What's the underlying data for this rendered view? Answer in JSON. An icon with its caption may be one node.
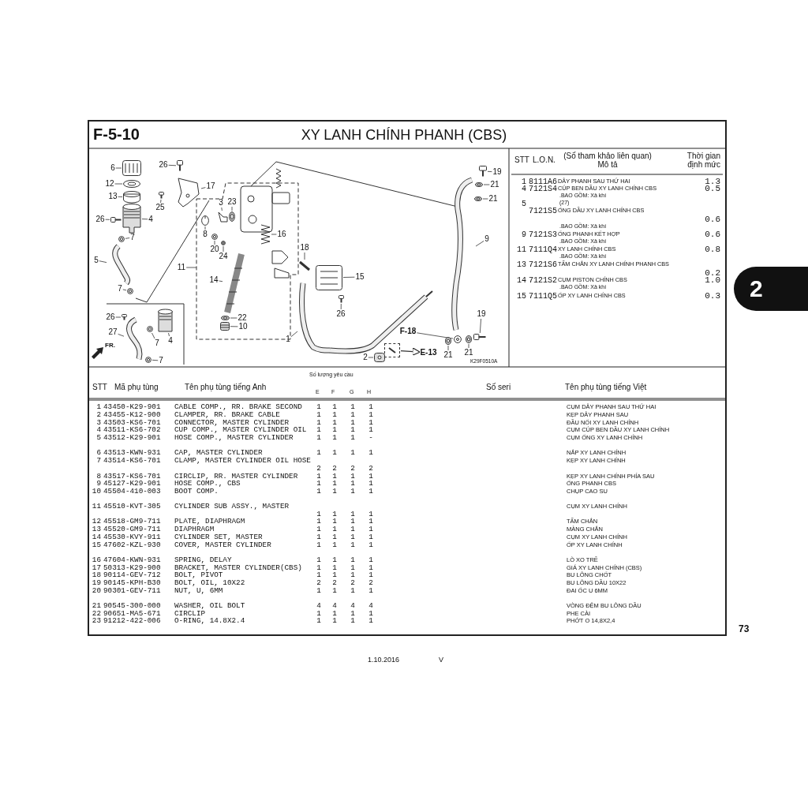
{
  "diagram": {
    "title": "XY LANH CHÍNH PHANH (CBS)",
    "nodes": [
      {
        "text": [
          "26"
        ]
      },
      {
        "text": [
          "6"
        ]
      },
      {
        "text": [
          "19"
        ]
      },
      {
        "text": [
          "12"
        ]
      },
      {
        "text": [
          "21"
        ]
      },
      {
        "text": [
          "17"
        ]
      },
      {
        "text": [
          "13"
        ]
      },
      {
        "text": [
          "21"
        ]
      },
      {
        "text": [
          "3"
        ]
      },
      {
        "text": [
          "23"
        ]
      },
      {
        "text": [
          "25"
        ]
      },
      {
        "text": [
          "26"
        ]
      },
      {
        "text": [
          "4"
        ]
      },
      {
        "text": [
          "8"
        ]
      },
      {
        "text": [
          "16"
        ]
      },
      {
        "text": [
          "7"
        ]
      },
      {
        "text": [
          "9"
        ]
      },
      {
        "text": [
          "20"
        ]
      },
      {
        "text": [
          "18"
        ]
      },
      {
        "text": [
          "24"
        ]
      },
      {
        "text": [
          "5"
        ]
      },
      {
        "text": [
          "11"
        ]
      },
      {
        "text": [
          "15"
        ]
      },
      {
        "text": [
          "14"
        ]
      },
      {
        "text": [
          "7"
        ]
      },
      {
        "text": [
          "26"
        ]
      },
      {
        "text": [
          "19"
        ]
      },
      {
        "text": [
          "26"
        ]
      },
      {
        "text": [
          "22"
        ]
      },
      {
        "text": [
          "10"
        ]
      },
      {
        "text": [
          "27"
        ]
      },
      {
        "text": [
          "F-18"
        ]
      },
      {
        "text": [
          "1"
        ]
      },
      {
        "text": [
          "7"
        ]
      },
      {
        "text": [
          "4"
        ]
      },
      {
        "text": [
          "21"
        ]
      },
      {
        "text": [
          "2"
        ]
      },
      {
        "text": [
          "21"
        ]
      },
      {
        "text": [],
        "shape": "box"
      },
      {
        "text": [
          "E-13"
        ]
      },
      {
        "text": [
          "7"
        ]
      },
      {
        "text": [],
        "shape": "picture"
      },
      {
        "text": [],
        "shape": "picture"
      },
      {
        "text": [],
        "shape": "picture"
      },
      {
        "text": [],
        "shape": "picture"
      },
      {
        "text": [],
        "shape": "picture"
      },
      {
        "text": [],
        "shape": "picture"
      },
      {
        "text": [],
        "shape": "picture"
      },
      {
        "text": [],
        "shape": "picture"
      },
      {
        "text": [],
        "shape": "picture"
      },
      {
        "text": [],
        "shape": "picture"
      },
      {
        "text": [],
        "shape": "picture"
      },
      {
        "text": [],
        "shape": "picture"
      },
      {
        "text": [],
        "shape": "picture"
      },
      {
        "text": [],
        "shape": "picture"
      },
      {
        "text": [],
        "shape": "picture"
      },
      {
        "text": [],
        "shape": "picture"
      },
      {
        "text": [],
        "shape": "picture"
      },
      {
        "text": [],
        "shape": "picture"
      },
      {
        "text": [],
        "shape": "picture"
      },
      {
        "text": [],
        "shape": "picture"
      },
      {
        "text": [],
        "shape": "picture"
      },
      {
        "text": [],
        "shape": "picture"
      },
      {
        "text": [],
        "shape": "picture"
      },
      {
        "text": [],
        "shape": "picture"
      },
      {
        "text": [],
        "shape": "picture"
      },
      {
        "text": [],
        "shape": "picture"
      },
      {
        "text": [],
        "shape": "picture"
      },
      {
        "text": [],
        "shape": "picture"
      },
      {
        "text": [],
        "shape": "picture"
      },
      {
        "text": [],
        "shape": "picture"
      },
      {
        "text": [],
        "shape": "picture"
      },
      {
        "text": [],
        "shape": "picture"
      },
      {
        "text": [],
        "shape": "picture"
      },
      {
        "text": [],
        "shape": "picture"
      },
      {
        "text": [],
        "shape": "picture"
      },
      {
        "text": [],
        "shape": "picture"
      },
      {
        "text": [],
        "shape": "picture"
      },
      {
        "text": [],
        "shape": "picture"
      }
    ],
    "edges": [
      {
        "from": 0,
        "to": 41,
        "arrow": "none"
      },
      {
        "from": 1,
        "to": 42,
        "arrow": "none"
      },
      {
        "from": 2,
        "to": 43,
        "arrow": "none"
      },
      {
        "from": 3,
        "to": 44,
        "arrow": "none"
      },
      {
        "from": 4,
        "to": 45,
        "arrow": "none"
      },
      {
        "from": 5,
        "to": 46,
        "arrow": "none"
      },
      {
        "from": 6,
        "to": 47,
        "arrow": "none"
      },
      {
        "from": 7,
        "to": 48,
        "arrow": "none"
      },
      {
        "from": 8,
        "to": 49,
        "arrow": "none"
      },
      {
        "from": 9,
        "to": 50,
        "arrow": "none"
      },
      {
        "from": 10,
        "to": 51,
        "arrow": "none"
      },
      {
        "from": 11,
        "to": 52,
        "arrow": "none"
      },
      {
        "from": 12,
        "to": 53,
        "arrow": "none"
      },
      {
        "from": 13,
        "to": 54,
        "arrow": "none"
      },
      {
        "from": 14,
        "to": 55,
        "arrow": "none"
      },
      {
        "from": 15,
        "to": 56,
        "arrow": "none"
      },
      {
        "from": 16,
        "to": 57,
        "arrow": "none"
      },
      {
        "from": 17,
        "to": 58,
        "arrow": "none"
      },
      {
        "from": 18,
        "to": 59,
        "arrow": "none"
      },
      {
        "from": 19,
        "to": 60,
        "arrow": "none"
      },
      {
        "from": 20,
        "to": 61,
        "arrow": "none"
      },
      {
        "from": 21,
        "to": null,
        "arrow": "none"
      },
      {
        "from": 22,
        "to": 62,
        "arrow": "none"
      },
      {
        "from": 23,
        "to": 63,
        "arrow": "none"
      },
      {
        "from": 24,
        "to": 64,
        "arrow": "none"
      },
      {
        "from": 25,
        "to": 65,
        "arrow": "none"
      },
      {
        "from": 26,
        "to": 66,
        "arrow": "none"
      },
      {
        "from": 27,
        "to": 67,
        "arrow": "none"
      },
      {
        "from": 28,
        "to": 68,
        "arrow": "none"
      },
      {
        "from": 29,
        "to": 69,
        "arrow": "none"
      },
      {
        "from": 30,
        "to": 70,
        "arrow": "none"
      },
      {
        "from": 31,
        "to": 71,
        "arrow": "none"
      },
      {
        "from": 32,
        "to": 72,
        "arrow": "none"
      },
      {
        "from": 33,
        "to": 73,
        "arrow": "none"
      },
      {
        "from": 34,
        "to": 74,
        "arrow": "none"
      },
      {
        "from": 35,
        "to": 75,
        "arrow": "none"
      },
      {
        "from": 36,
        "to": 76,
        "arrow": "none"
      },
      {
        "from": 37,
        "to": 77,
        "arrow": "none"
      },
      {
        "from": 38,
        "to": 39,
        "arrow": "to"
      },
      {
        "from": 40,
        "to": 78,
        "arrow": "none"
      }
    ],
    "labels": [
      "F-5-10",
      "STT",
      "L.O.N.",
      "(Số tham khảo liên quan) Mô tả",
      "Thời gian định mức",
      "1",
      "8111A6",
      "DÂY PHANH SAU THỨ HAI",
      "1.3",
      "4",
      "7121S4",
      "CÚP BEN DẦU XY LANH CHÍNH CBS",
      "0.5",
      ".BAO GỒM: Xả khí",
      "5",
      "(27)",
      "7121S5",
      "ỐNG DẦU XY LANH CHÍNH CBS",
      "0.6",
      ".BAO GỒM: Xả khí",
      "9",
      "7121S3",
      "ỐNG PHANH KẾT HỢP",
      "0.6",
      ".BAO GỒM: Xả khí",
      "11",
      "7111Q4",
      "XY LANH CHÍNH CBS",
      "0.8",
      ".BAO GỒM: Xả khí",
      "13",
      "7121S6",
      "TẤM CHẮN XY LANH CHÍNH PHANH CBS",
      "0.2",
      "14",
      "7121S2",
      "CỤM PISTON CHÍNH CBS",
      "1.0",
      ".BAO GỒM: Xả khí",
      "15",
      "7111Q5",
      "ỐP XY LANH CHÍNH CBS",
      "0.3",
      "K29F0510A",
      "FR.",
      "STT",
      "Mã phụ tùng",
      "Tên phụ tùng tiếng Anh",
      "Số lượng yêu cầu",
      "E",
      "F",
      "G",
      "H",
      "Số seri",
      "Tên phụ tùng tiếng Việt",
      "1",
      "43450-K29-901",
      "CABLE COMP., RR. BRAKE SECOND",
      "1",
      "1",
      "1",
      "1",
      "CỤM DÂY PHANH SAU THỨ HAI",
      "2",
      "43455-K12-900",
      "CLAMPER, RR. BRAKE CABLE",
      "1",
      "1",
      "1",
      "1",
      "KẸP DÂY PHANH SAU",
      "3",
      "43503-KS6-701",
      "CONNECTOR, MASTER CYLINDER",
      "1",
      "1",
      "1",
      "1",
      "ĐẦU NỐI XY LANH CHÍNH",
      "4",
      "43511-KS6-702",
      "CUP COMP., MASTER CYLINDER OIL",
      "1",
      "1",
      "1",
      "1",
      "CỤM CÚP BEN DẦU XY LANH CHÍNH",
      "5",
      "43512-K29-901",
      "HOSE COMP., MASTER CYLINDER",
      "1",
      "1",
      "1",
      "-",
      "CỤM ỐNG XY LANH CHÍNH",
      "6",
      "43513-KWN-931",
      "CAP, MASTER CYLINDER",
      "1",
      "1",
      "1",
      "1",
      "NẮP XY LANH CHÍNH",
      "7",
      "43514-KS6-701",
      "CLAMP, MASTER CYLINDER OIL HOSE",
      "2",
      "2",
      "2",
      "2",
      "KẸP XY LANH CHÍNH",
      "8",
      "43517-KS6-701",
      "CIRCLIP, RR. MASTER CYLINDER",
      "1",
      "1",
      "1",
      "1",
      "KẸP XY LANH CHÍNH PHÍA SAU",
      "9",
      "45127-K29-901",
      "HOSE COMP., CBS",
      "1",
      "1",
      "1",
      "1",
      "ỐNG PHANH CBS",
      "10",
      "45504-410-003",
      "BOOT COMP.",
      "1",
      "1",
      "1",
      "1",
      "CHỤP CAO SU",
      "11",
      "45510-KVT-305",
      "CYLINDER SUB ASSY., MASTER",
      "1",
      "1",
      "1",
      "1",
      "CỤM XY LANH CHÍNH",
      "12",
      "45518-GM9-711",
      "PLATE, DIAPHRAGM",
      "1",
      "1",
      "1",
      "1",
      "TẤM CHẮN",
      "13",
      "45520-GM9-711",
      "DIAPHRAGM",
      "1",
      "1",
      "1",
      "1",
      "MÀNG CHẮN",
      "14",
      "45530-KVY-911",
      "CYLINDER SET, MASTER",
      "1",
      "1",
      "1",
      "1",
      "CỤM XY LANH CHÍNH",
      "15",
      "47602-KZL-930",
      "COVER, MASTER CYLINDER",
      "1",
      "1",
      "1",
      "1",
      "ỐP XY LANH CHÍNH",
      "16",
      "47604-KWN-931",
      "SPRING, DELAY",
      "1",
      "1",
      "1",
      "1",
      "LÒ XO TRỄ",
      "17",
      "50313-K29-900",
      "BRACKET, MASTER CYLINDER(CBS)",
      "1",
      "1",
      "1",
      "1",
      "GIÁ XY LANH CHÍNH (CBS)",
      "18",
      "90114-GEV-712",
      "BOLT, PIVOT",
      "1",
      "1",
      "1",
      "1",
      "BU LÔNG CHỐT",
      "19",
      "90145-KPH-B30",
      "BOLT, OIL, 10X22",
      "2",
      "2",
      "2",
      "2",
      "BU LÔNG DẦU 10X22",
      "20",
      "90301-GEV-711",
      "NUT, U, 6MM",
      "1",
      "1",
      "1",
      "1",
      "ĐAI ỐC U 6MM",
      "21",
      "90545-300-000",
      "WASHER, OIL BOLT",
      "4",
      "4",
      "4",
      "4",
      "VÒNG ĐỆM BU LÔNG DẦU",
      "22",
      "90651-MA5-671",
      "CIRCLIP",
      "1",
      "1",
      "1",
      "1",
      "PHE CÀI",
      "23",
      "91212-422-006",
      "O-RING, 14.8X2.4",
      "1",
      "1",
      "1",
      "1",
      "PHỚT O 14,8X2,4",
      "2",
      "73",
      "1.10.2016",
      "V"
    ]
  }
}
